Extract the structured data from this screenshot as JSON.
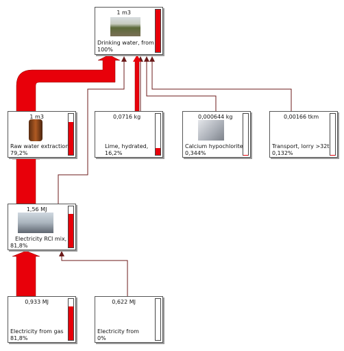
{
  "colors": {
    "flow": "#e8000a",
    "line": "#6b1a1a"
  },
  "nodes": [
    {
      "id": "drinking-water",
      "amount": "1 m3",
      "label": [
        "Drinking water, from",
        "100%"
      ],
      "fill_fraction": 1.0,
      "icon": "landscape-photo"
    },
    {
      "id": "raw-water",
      "amount": "1 m3",
      "label": [
        "Raw water extraction,",
        "79,2%"
      ],
      "fill_fraction": 0.792,
      "icon": "water-pump-photo"
    },
    {
      "id": "lime",
      "amount": "0,0716 kg",
      "label": [
        "Lime, hydrated,",
        "16,2%"
      ],
      "fill_fraction": 0.162,
      "icon": ""
    },
    {
      "id": "calcium-hypochlorite",
      "amount": "0,000644 kg",
      "label": [
        "Calcium hypochlorite,",
        "0,344%"
      ],
      "fill_fraction": 0.00344,
      "icon": "chemical-drums-photo"
    },
    {
      "id": "transport",
      "amount": "0,00166 tkm",
      "label": [
        "Transport, lorry >32t,",
        "0,132%"
      ],
      "fill_fraction": 0.00132,
      "icon": ""
    },
    {
      "id": "electricity-mix",
      "amount": "1,56 MJ",
      "label": [
        "Electricity RCI mix,",
        "81,8%"
      ],
      "fill_fraction": 0.818,
      "icon": "power-plant-photo"
    },
    {
      "id": "electricity-gas",
      "amount": "0,933 MJ",
      "label": [
        "Electricity from gas",
        "81,8%"
      ],
      "fill_fraction": 0.818,
      "icon": ""
    },
    {
      "id": "electricity-other",
      "amount": "0,622 MJ",
      "label": [
        "Electricity from",
        "0%"
      ],
      "fill_fraction": 0.0,
      "icon": ""
    }
  ]
}
